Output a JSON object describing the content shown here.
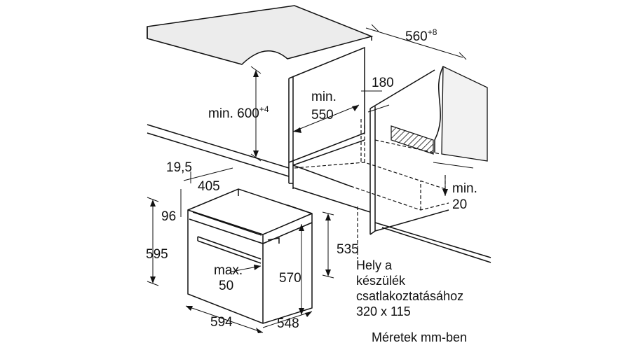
{
  "dimensions": {
    "width_cutout": {
      "value": "560",
      "sup": "+8"
    },
    "height_cutout": {
      "value": "min. 600",
      "sup": "+4"
    },
    "depth_min_line1": "min.",
    "depth_min_line2": "550",
    "vent_depth": "180",
    "side_gap_line1": "min.",
    "side_gap_line2": "20",
    "panel_thickness": "19,5",
    "front_offset": "405",
    "top_offset": "96",
    "oven_height": "595",
    "inner_height": "535",
    "body_height": "570",
    "door_gap_line1": "max.",
    "door_gap_line2": "50",
    "oven_width": "594",
    "oven_depth": "548"
  },
  "connection_note": {
    "line1": "Hely a",
    "line2": "készülék",
    "line3": "csatlakoztatásához",
    "line4": "320 x 115"
  },
  "units_note": "Méretek mm-ben"
}
